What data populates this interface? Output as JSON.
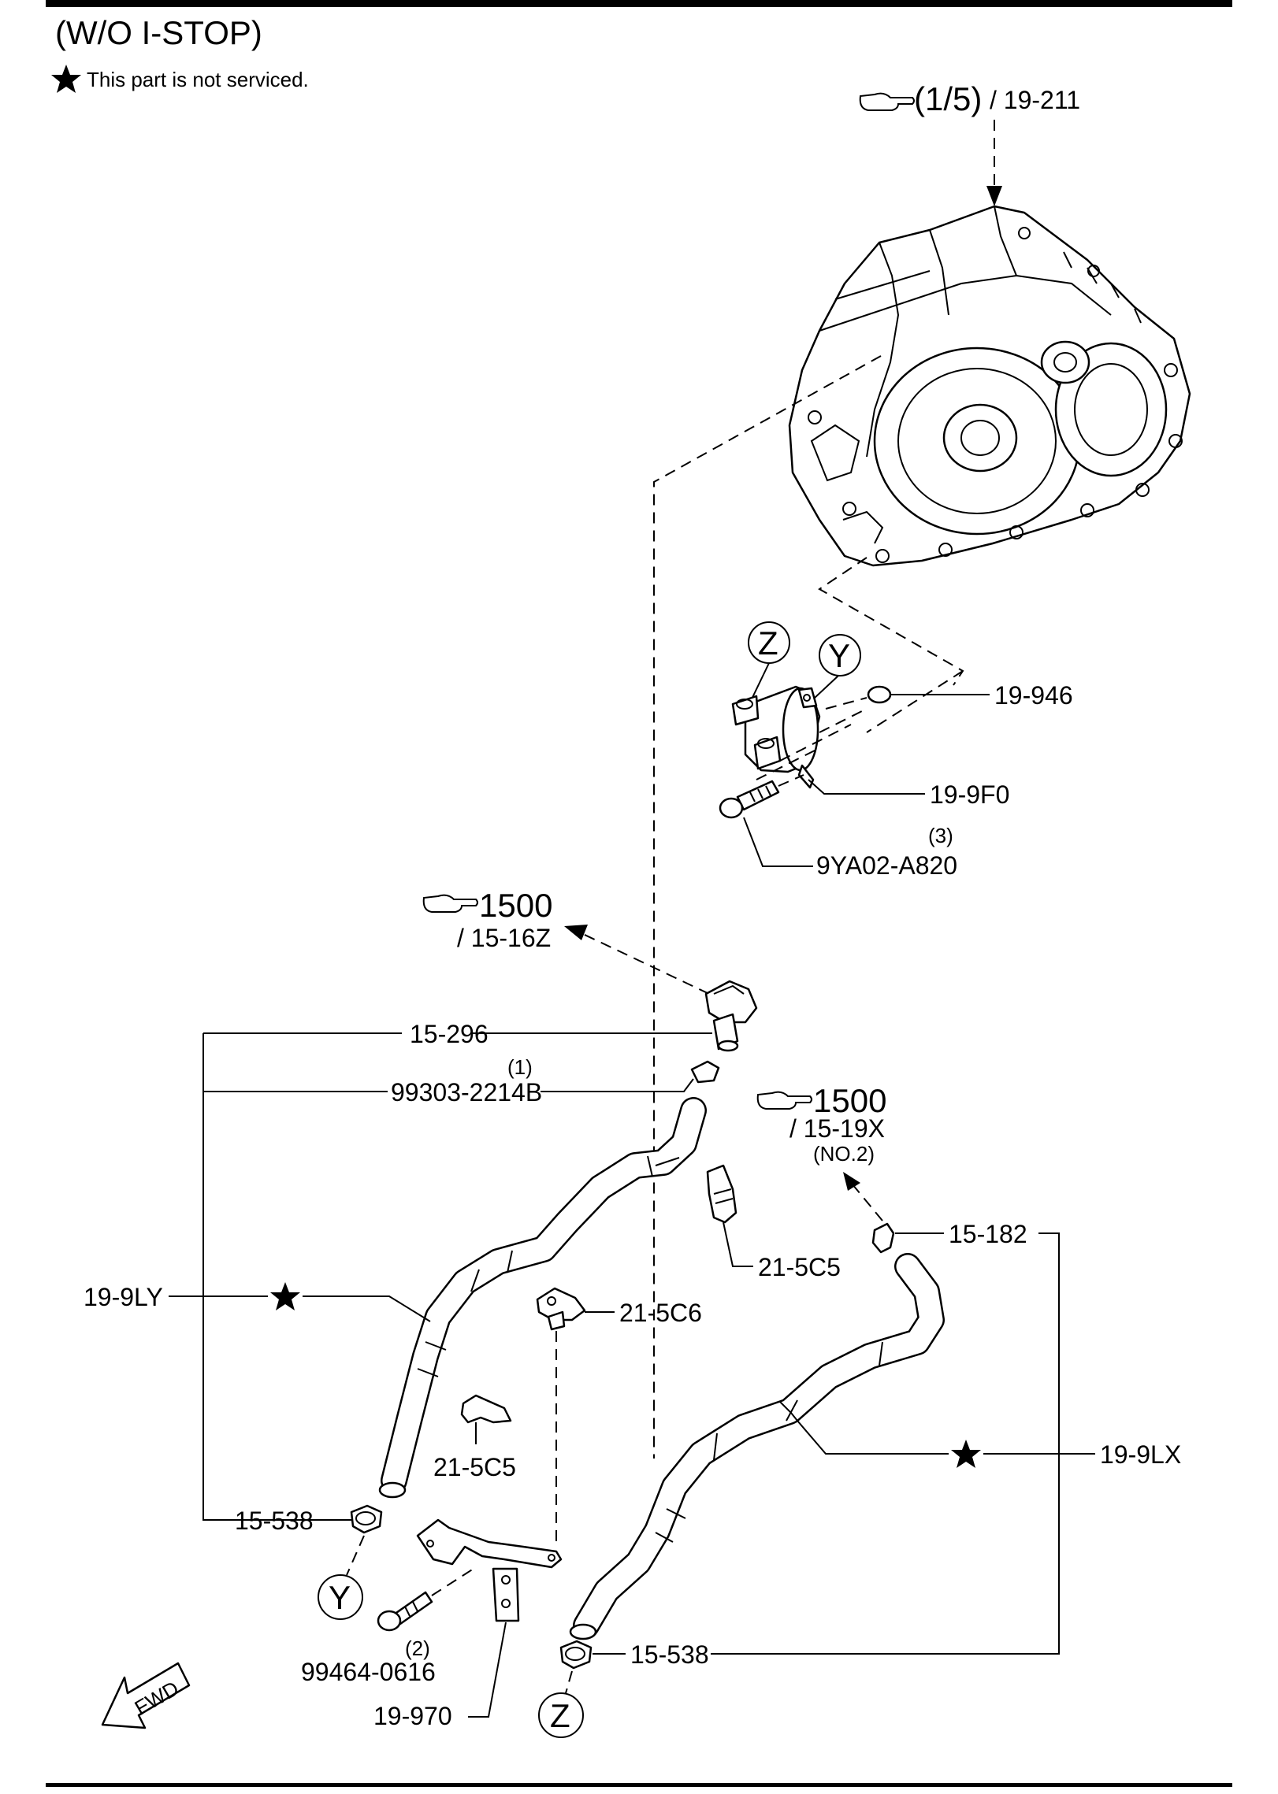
{
  "header": {
    "variant": "(W/O I-STOP)",
    "legend_text": "This part is not serviced."
  },
  "refs": {
    "ref_top": {
      "page": "(1/5)",
      "code": "/ 19-211"
    },
    "ref_mid": {
      "page": "1500",
      "code": "/ 15-16Z"
    },
    "ref_right": {
      "page": "1500",
      "code": "/ 15-19X",
      "note": "(NO.2)"
    }
  },
  "parts": {
    "p19_946": "19-946",
    "p19_9F0": "19-9F0",
    "p9YA02": "9YA02-A820",
    "p9YA02_qty": "(3)",
    "p15_296": "15-296",
    "p99303": "99303-2214B",
    "p99303_qty": "(1)",
    "p19_9LY": "19-9LY",
    "p21_5C5_a": "21-5C5",
    "p21_5C6": "21-5C6",
    "p21_5C5_b": "21-5C5",
    "p15_182": "15-182",
    "p19_9LX": "19-9LX",
    "p15_538_left": "15-538",
    "p15_538_right": "15-538",
    "p99464": "99464-0616",
    "p99464_qty": "(2)",
    "p19_970": "19-970"
  },
  "callouts": {
    "z_top": "Z",
    "y_top": "Y",
    "y_bottom": "Y",
    "z_bottom": "Z"
  },
  "fwd": "FWD"
}
